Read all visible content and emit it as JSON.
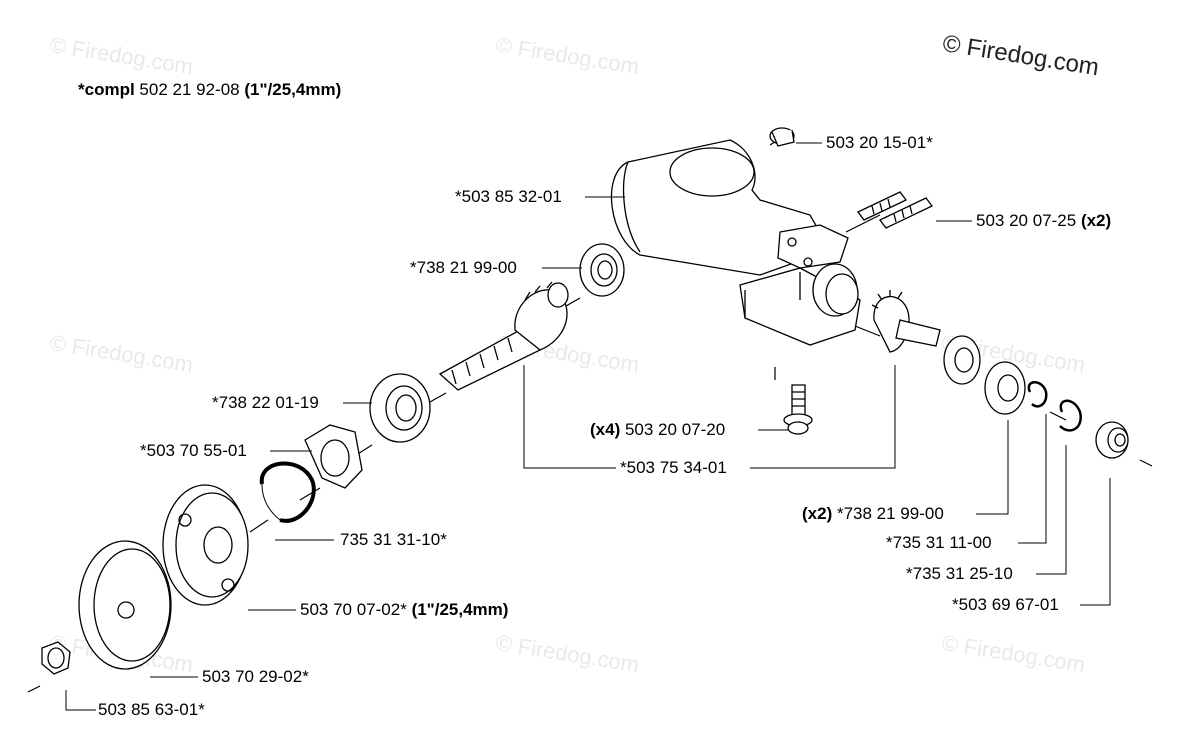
{
  "watermark": "© Firedog.com",
  "header": {
    "prefix": "*compl",
    "number": "502 21 92-08",
    "size": "(1\"/25,4mm)"
  },
  "parts": {
    "p1": "503 20 15-01*",
    "p2": "*503 85 32-01",
    "p3_num": "503 20 07-25",
    "p3_qty": "(x2)",
    "p4": "*738 21 99-00",
    "p5": "*738 22 01-19",
    "p6": "*503 70 55-01",
    "p7_qty": "(x4)",
    "p7_num": "503 20 07-20",
    "p8": "*503 75 34-01",
    "p9_qty": "(x2)",
    "p9_num": "*738 21 99-00",
    "p10": "735 31 31-10*",
    "p11": "*735 31 11-00",
    "p12": "*735 31 25-10",
    "p13": "*503 69 67-01",
    "p14_num": "503 70 07-02*",
    "p14_size": "(1\"/25,4mm)",
    "p15": "503 70 29-02*",
    "p16": "503 85 63-01*"
  }
}
